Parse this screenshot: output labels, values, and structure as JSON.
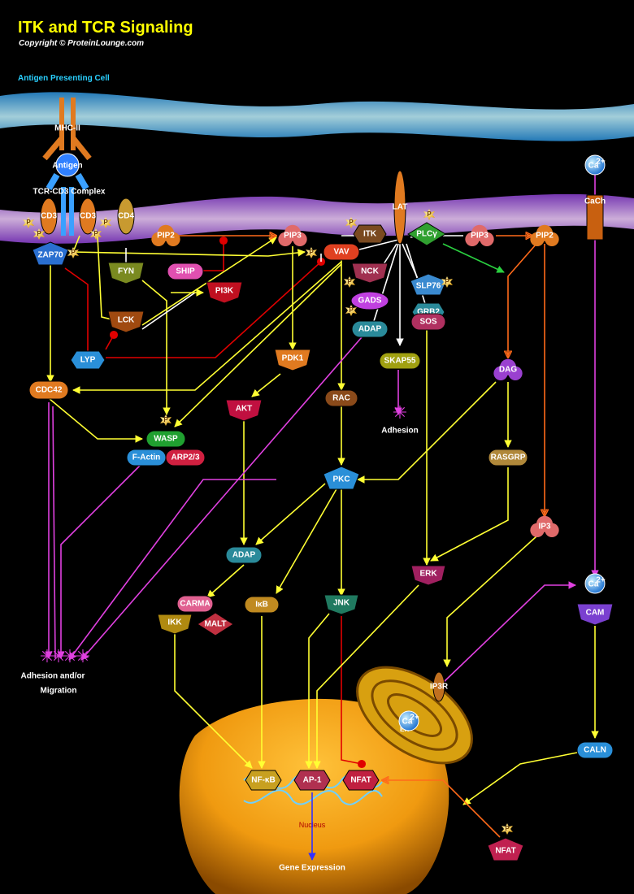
{
  "header": {
    "title": "ITK and TCR Signaling",
    "copyright": "Copyright © ProteinLounge.com"
  },
  "regions": {
    "apc": "Antigen Presenting Cell",
    "adhesion": "Adhesion",
    "adhesion_migration_1": "Adhesion and/or",
    "adhesion_migration_2": "Migration",
    "gene_expression": "Gene Expression",
    "nucleus": "Nucleus",
    "er": "ER"
  },
  "nodes": {
    "mhc": "MHC-II",
    "antigen": "Antigen",
    "tcr": "TCR-CD3 Complex",
    "cd3a": "CD3",
    "cd3b": "CD3",
    "cd4": "CD4",
    "zap70": "ZAP70",
    "fyn": "FYN",
    "lck": "LCK",
    "lyp": "LYP",
    "cdc42": "CDC42",
    "wasp": "WASP",
    "factin": "F-Actin",
    "arp": "ARP2/3",
    "pip2a": "PIP2",
    "pip3a": "PIP3",
    "ship": "SHIP",
    "pi3k": "PI3K",
    "pdk1": "PDK1",
    "akt": "AKT",
    "vav": "VAV",
    "nck": "NCK",
    "gads": "GADS",
    "adap1": "ADAP",
    "itk": "ITK",
    "lat": "LAT",
    "plcg": "PLCγ",
    "slp76": "SLP76",
    "grb2": "GRB2",
    "sos": "SOS",
    "skap55": "SKAP55",
    "pip3b": "PIP3",
    "pip2b": "PIP2",
    "dag": "DAG",
    "rasgrp": "RASGRP",
    "ip3": "IP3",
    "rac": "RAC",
    "pkc": "PKC",
    "adap2": "ADAP",
    "carma": "CARMA",
    "ikk": "IKK",
    "malt": "MALT",
    "ikb": "IκB",
    "jnk": "JNK",
    "erk": "ERK",
    "cach": "CaCh",
    "ca": "Ca",
    "ca_sup": "2+",
    "cam": "CAM",
    "caln": "CALN",
    "ip3r": "IP3R",
    "nfkb": "NF-κB",
    "ap1": "AP-1",
    "nfat_n": "NFAT",
    "nfat_c": "NFAT",
    "p": "P"
  },
  "colors": {
    "activation": "#ffff33",
    "inhibition": "#e00000",
    "migration": "#e040e0",
    "lipid": "#ff6a1a",
    "membrane": "#7ad7ff",
    "nucleus": "#f0a010"
  }
}
